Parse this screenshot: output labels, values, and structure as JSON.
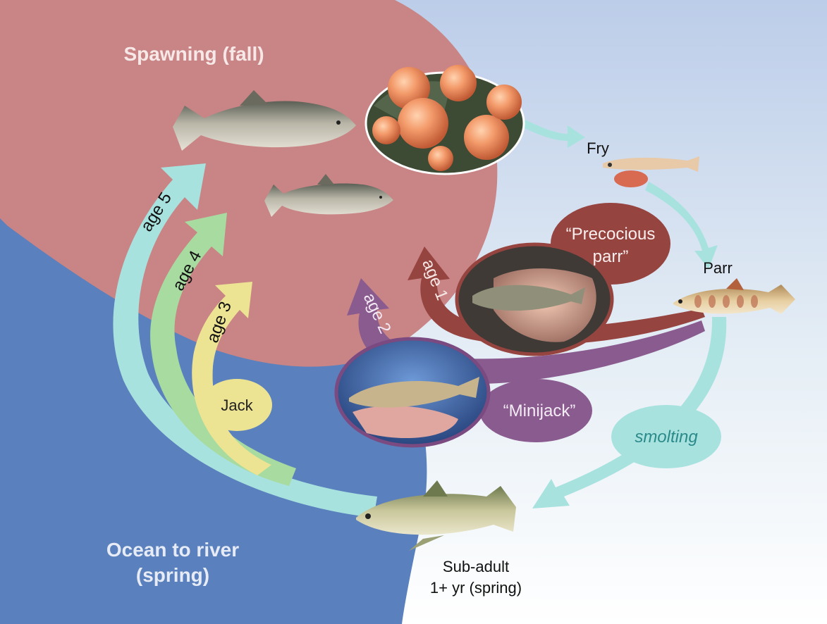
{
  "regions": {
    "spawning": "Spawning (fall)",
    "ocean": [
      "Ocean to river",
      "(spring)"
    ]
  },
  "stages": {
    "fry": "Fry",
    "parr": "Parr",
    "subadult": [
      "Sub-adult",
      "1+ yr (spring)"
    ]
  },
  "paths": {
    "age5": "age 5",
    "age4": "age 4",
    "age3": "age 3",
    "age2": "age 2",
    "age1": "age 1",
    "smolting": "smolting"
  },
  "tags": {
    "jack": "Jack",
    "minijack": "“Minijack”",
    "precocious": [
      "“Precocious",
      "parr”"
    ]
  },
  "colors": {
    "spawning_region": "#c98485",
    "ocean_region": "#5a80bd",
    "sky_top": "#c2d3ec",
    "teal_arrow": "#a8e2df",
    "green_arrow": "#a7dba0",
    "yellow_arrow": "#ece393",
    "purple_arrow": "#8a5b8f",
    "brown_arrow": "#96443f"
  }
}
